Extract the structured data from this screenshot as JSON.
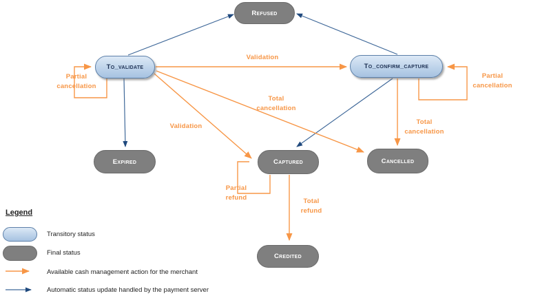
{
  "colors": {
    "merchant_action_orange": "#F79646",
    "automatic_update_blue": "#3F6899",
    "automatic_arrowhead_blue": "#1F497D",
    "transitory_fill": "#C3D7EC",
    "transitory_border": "#5B7FA8",
    "final_fill": "#7F7F7F",
    "final_text": "#FFFFFF"
  },
  "diagram": {
    "nodes": [
      {
        "id": "refused",
        "label": "Refused",
        "type": "final"
      },
      {
        "id": "to_validate",
        "label": "To_validate",
        "type": "transitory"
      },
      {
        "id": "to_confirm_capture",
        "label": "To_confirm_capture",
        "type": "transitory"
      },
      {
        "id": "expired",
        "label": "Expired",
        "type": "final"
      },
      {
        "id": "captured",
        "label": "Captured",
        "type": "final"
      },
      {
        "id": "cancelled",
        "label": "Cancelled",
        "type": "final"
      },
      {
        "id": "credited",
        "label": "Credited",
        "type": "final"
      }
    ],
    "edges": [
      {
        "from": "to_validate",
        "to": "refused",
        "type": "automatic",
        "label": ""
      },
      {
        "from": "to_confirm_capture",
        "to": "refused",
        "type": "automatic",
        "label": ""
      },
      {
        "from": "to_validate",
        "to": "expired",
        "type": "automatic",
        "label": ""
      },
      {
        "from": "to_confirm_capture",
        "to": "captured",
        "type": "automatic",
        "label": ""
      },
      {
        "from": "to_validate",
        "to": "to_confirm_capture",
        "type": "merchant",
        "label": "Validation"
      },
      {
        "from": "to_validate",
        "to": "to_validate",
        "type": "merchant",
        "label": "Partial cancellation",
        "label_lines": [
          "Partial",
          "cancellation"
        ]
      },
      {
        "from": "to_confirm_capture",
        "to": "to_confirm_capture",
        "type": "merchant",
        "label": "Partial cancellation",
        "label_lines": [
          "Partial",
          "cancellation"
        ]
      },
      {
        "from": "to_validate",
        "to": "captured",
        "type": "merchant",
        "label": "Validation"
      },
      {
        "from": "to_validate",
        "to": "cancelled",
        "type": "merchant",
        "label": "Total cancellation",
        "label_lines": [
          "Total",
          "cancellation"
        ]
      },
      {
        "from": "to_confirm_capture",
        "to": "cancelled",
        "type": "merchant",
        "label": "Total cancellation",
        "label_lines": [
          "Total",
          "cancellation"
        ]
      },
      {
        "from": "captured",
        "to": "captured",
        "type": "merchant",
        "label": "Partial refund",
        "label_lines": [
          "Partial",
          "refund"
        ]
      },
      {
        "from": "captured",
        "to": "credited",
        "type": "merchant",
        "label": "Total refund",
        "label_lines": [
          "Total",
          "refund"
        ]
      }
    ]
  },
  "legend": {
    "title": "Legend",
    "items": [
      {
        "swatch": "transitory-pill",
        "label": "Transitory status"
      },
      {
        "swatch": "final-pill",
        "label": "Final status"
      },
      {
        "swatch": "merchant-arrow",
        "label": "Available cash management action for the merchant"
      },
      {
        "swatch": "automatic-arrow",
        "label": "Automatic status update handled by the payment server"
      }
    ]
  }
}
